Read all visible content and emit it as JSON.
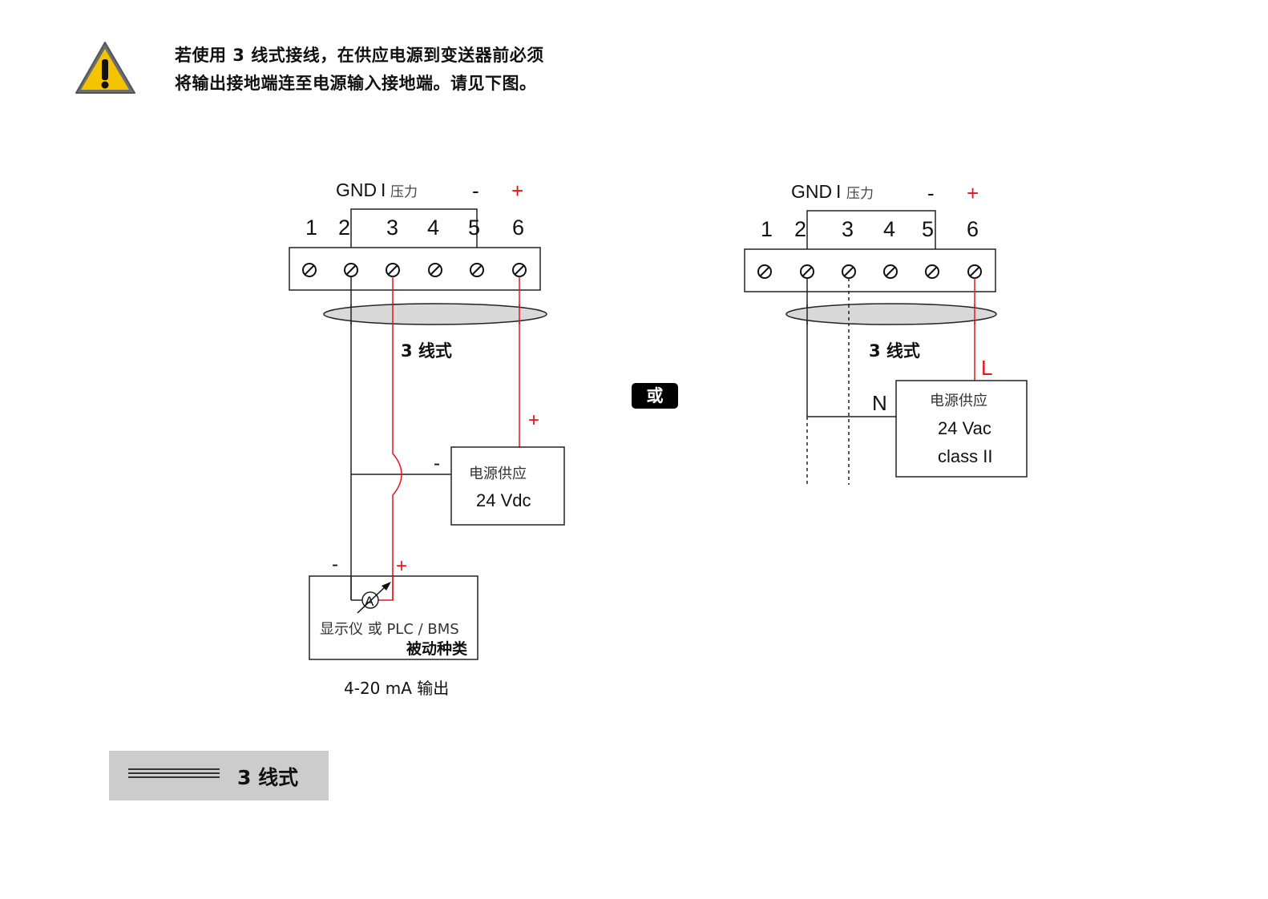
{
  "warning": {
    "icon": "warning-triangle-icon",
    "line1": "若使用 3 线式接线，在供应电源到变送器前必须",
    "line2": "将输出接地端连至电源输入接地端。请见下图。"
  },
  "or_label": "或",
  "left_diagram": {
    "header_gnd": "GND",
    "header_i": "I",
    "header_pressure": "压力",
    "header_minus": "-",
    "header_plus": "+",
    "terminals": [
      "1",
      "2",
      "3",
      "4",
      "5",
      "6"
    ],
    "cable_label": "3  线式",
    "supply_plus": "+",
    "supply_minus": "-",
    "supply_title": "电源供应",
    "supply_voltage": "24 Vdc",
    "meter_minus": "-",
    "meter_plus": "+",
    "meter_symbol": "A",
    "device_label": "显示仪  或  PLC / BMS",
    "device_sub": "被动种类",
    "output_label": "4-20 mA  输出"
  },
  "right_diagram": {
    "header_gnd": "GND",
    "header_i": "I",
    "header_pressure": "压力",
    "header_minus": "-",
    "header_plus": "+",
    "terminals": [
      "1",
      "2",
      "3",
      "4",
      "5",
      "6"
    ],
    "cable_label": "3  线式",
    "line_label": "L",
    "neutral_label": "N",
    "supply_title": "电源供应",
    "supply_voltage": "24 Vac",
    "supply_class": "class II"
  },
  "legend": {
    "label": "3  线式"
  },
  "colors": {
    "wire_black": "#222222",
    "wire_red": "#e8141b",
    "cable_fill": "#d9d9d9",
    "warning_yellow": "#f5c400",
    "legend_bg": "#cccccc"
  }
}
